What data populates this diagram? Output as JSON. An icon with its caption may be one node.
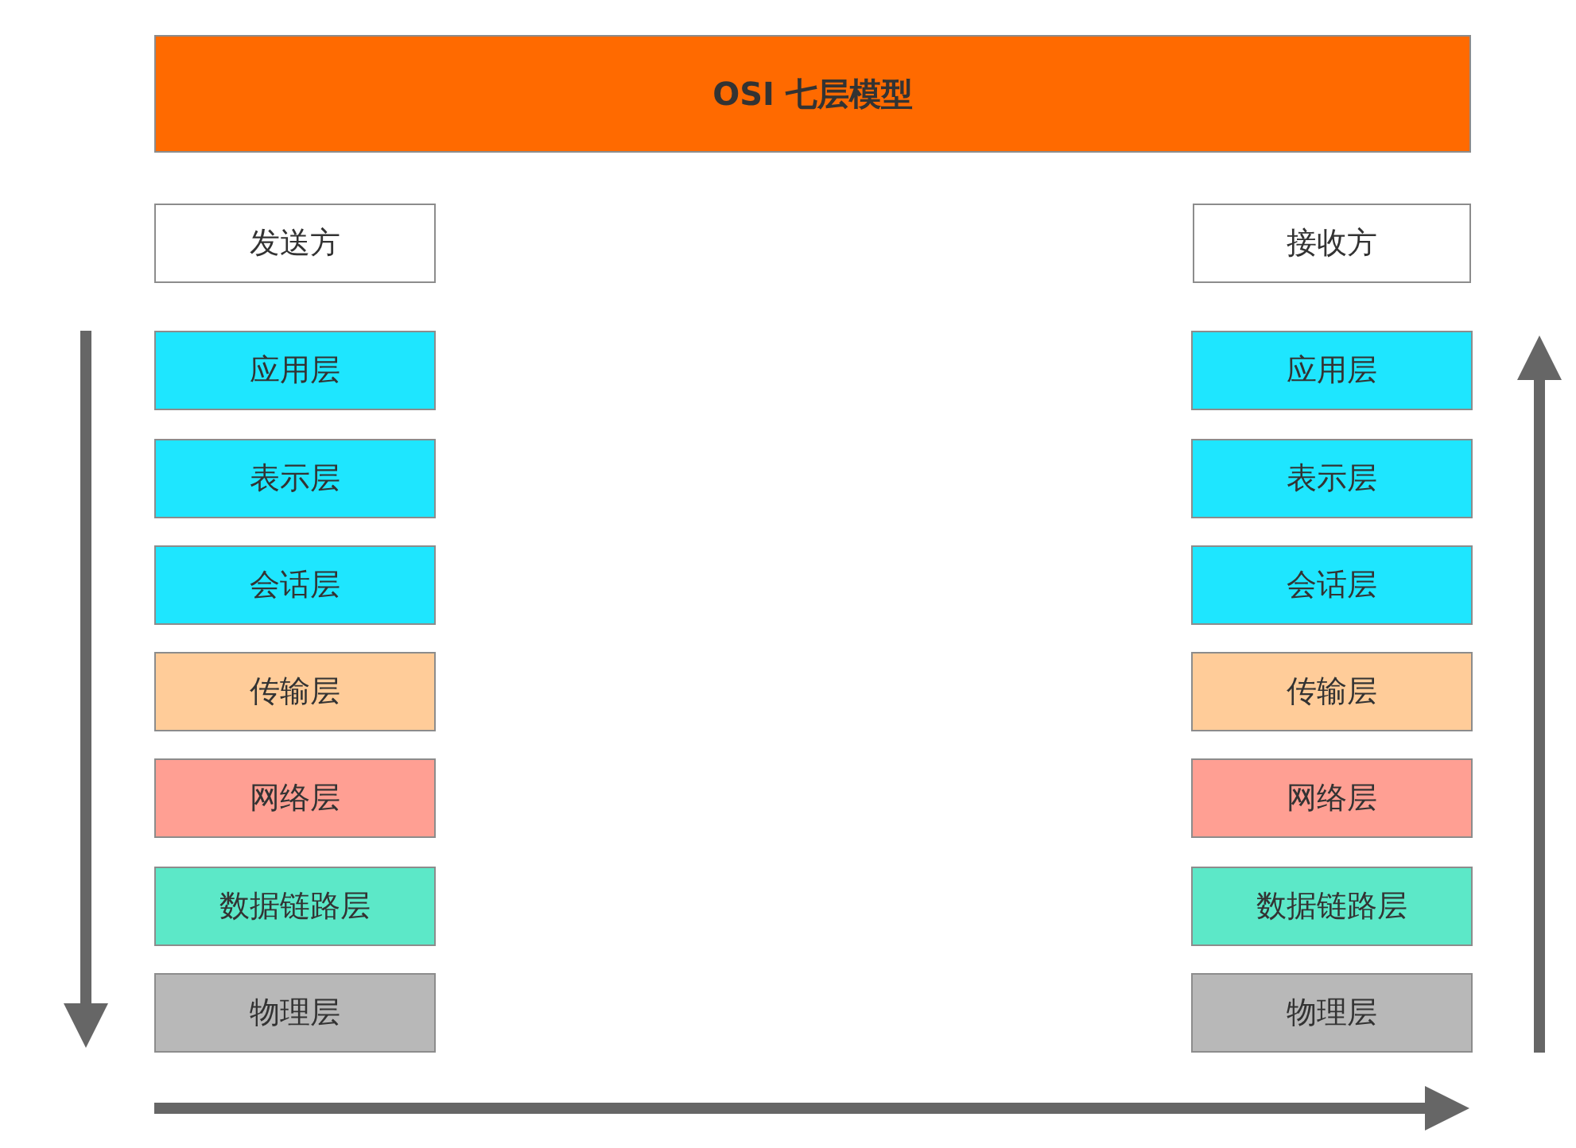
{
  "diagram": {
    "nodes": [
      {
        "text": [
          "OSI 七层模型"
        ]
      },
      {
        "text": [
          "发送方"
        ]
      },
      {
        "text": [
          "应用层"
        ]
      },
      {
        "text": [
          "表示层"
        ]
      },
      {
        "text": [
          "会话层"
        ]
      },
      {
        "text": [
          "传输层"
        ]
      },
      {
        "text": [
          "网络层"
        ]
      },
      {
        "text": [
          "数据链路层"
        ]
      },
      {
        "text": [
          "物理层"
        ]
      },
      {
        "text": [
          "接收方"
        ]
      },
      {
        "text": [
          "应用层"
        ]
      },
      {
        "text": [
          "表示层"
        ]
      },
      {
        "text": [
          "会话层"
        ]
      },
      {
        "text": [
          "传输层"
        ]
      },
      {
        "text": [
          "网络层"
        ]
      },
      {
        "text": [
          "数据链路层"
        ]
      },
      {
        "text": [
          "物理层"
        ]
      }
    ]
  }
}
